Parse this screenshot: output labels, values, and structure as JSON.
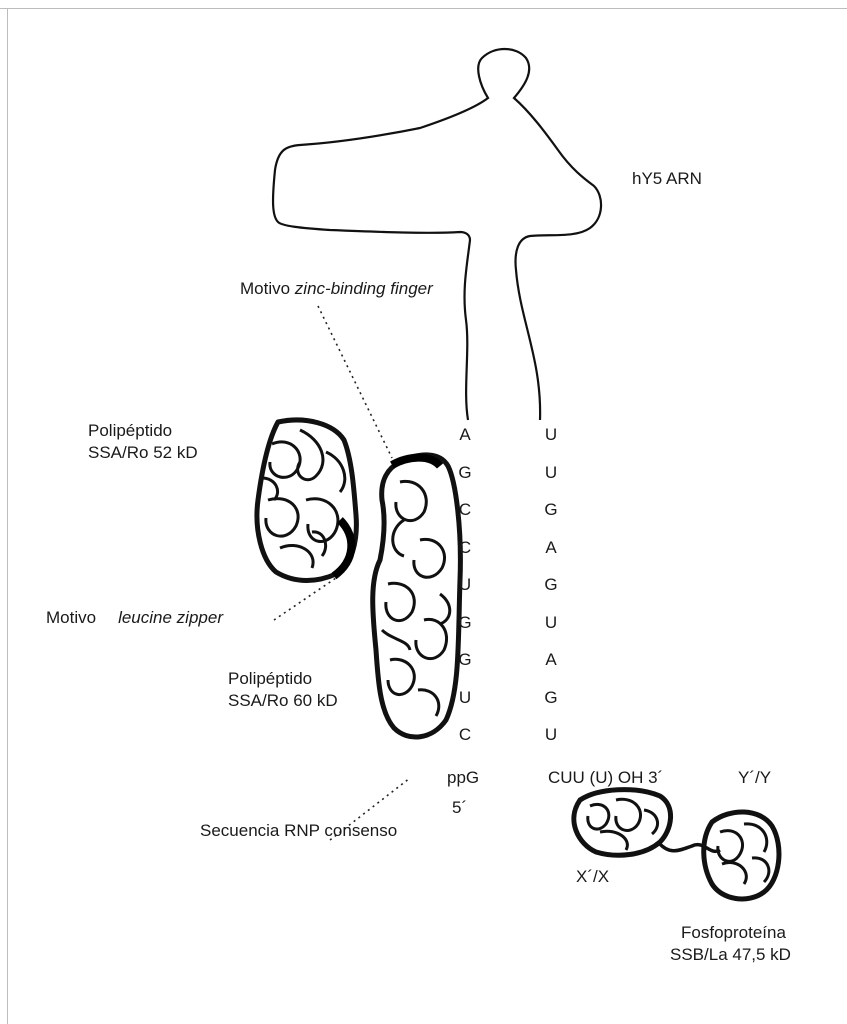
{
  "labels": {
    "rna": "hY5 ARN",
    "zinc_prefix": "Motivo ",
    "zinc_italic": "zinc-binding finger",
    "ro52_line1": "Polipéptido",
    "ro52_line2": "SSA/Ro 52 kD",
    "leucine_prefix": "Motivo",
    "leucine_italic": "leucine zipper",
    "ro60_line1": "Polipéptido",
    "ro60_line2": "SSA/Ro 60 kD",
    "rnp": "Secuencia RNP consenso",
    "five_cap": "ppG",
    "five_end": "5´",
    "three_end": "CUU (U) OH 3´",
    "yy": "Y´/Y",
    "xx": "X´/X",
    "la_line1": "Fosfoproteína",
    "la_line2": "SSB/La 47,5 kD"
  },
  "left_strand": [
    "A",
    "G",
    "C",
    "C",
    "U",
    "G",
    "G",
    "U",
    "C"
  ],
  "right_strand": [
    "U",
    "U",
    "G",
    "A",
    "G",
    "U",
    "A",
    "G",
    "U"
  ]
}
